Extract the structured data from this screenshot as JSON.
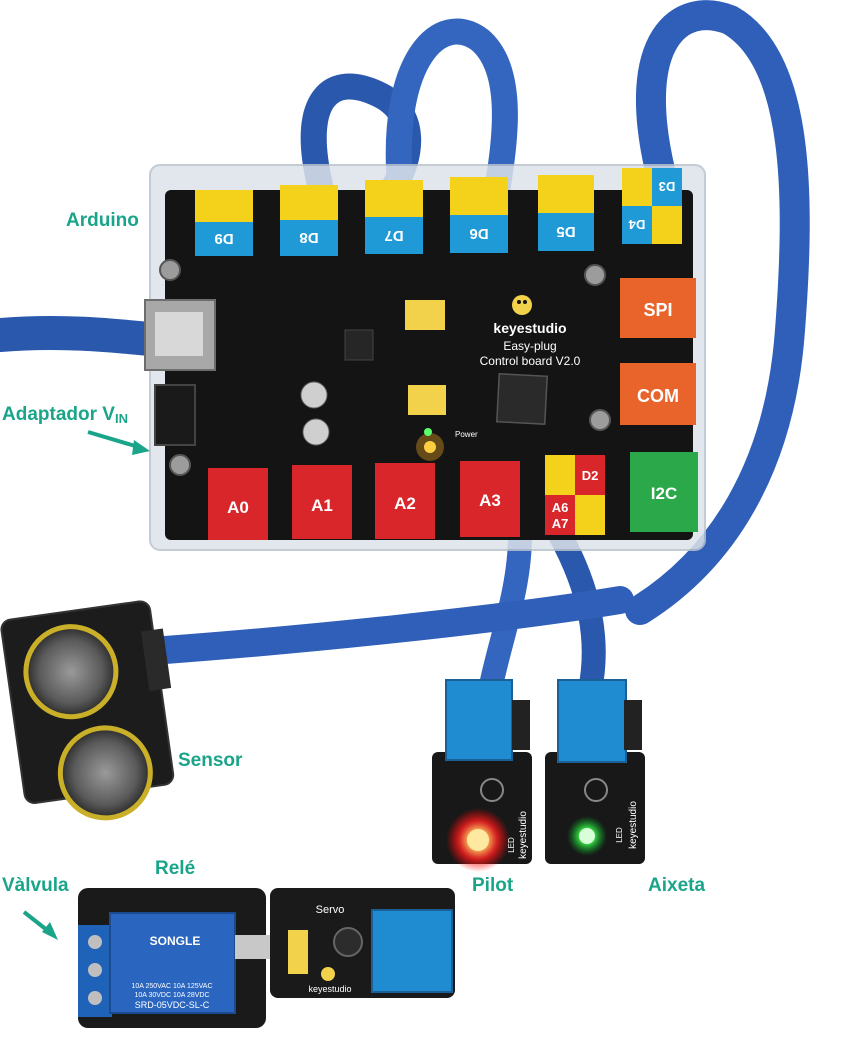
{
  "labels": {
    "arduino": "Arduino",
    "adapter": "Adaptador V",
    "adapter_sub": "IN",
    "sensor": "Sensor",
    "rele": "Relé",
    "valvula": "Vàlvula",
    "pilot": "Pilot",
    "aixeta": "Aixeta"
  },
  "board": {
    "brand": "keyestudio",
    "model_line1": "Easy-plug",
    "model_line2": "Control board V2.0",
    "power_label": "Power",
    "top_ports": [
      "D9",
      "D8",
      "D7",
      "D6",
      "D5"
    ],
    "combo_port": [
      "D3",
      "D4"
    ],
    "right_ports": [
      "SPI",
      "COM",
      "I2C"
    ],
    "bottom_ports": [
      "A0",
      "A1",
      "A2",
      "A3"
    ],
    "mixed_port": [
      "D2",
      "A6",
      "A7"
    ]
  },
  "modules": {
    "servo_label": "Servo",
    "servo_brand": "keyestudio",
    "led_brand": "keyestudio",
    "led_label": "LED",
    "relay_brand": "SONGLE",
    "relay_spec1": "10A 250VAC  10A 125VAC",
    "relay_spec2": "10A 30VDC  10A 28VDC",
    "relay_model": "SRD-05VDC-SL-C"
  },
  "colors": {
    "label": "#1aa58a",
    "cable": "#2f5fb8",
    "port_yellow": "#f4d21c",
    "port_blue": "#1f9ad6",
    "port_red": "#d9262a",
    "port_orange": "#e8642a",
    "port_green": "#2aa84a",
    "pcb": "#141414"
  }
}
